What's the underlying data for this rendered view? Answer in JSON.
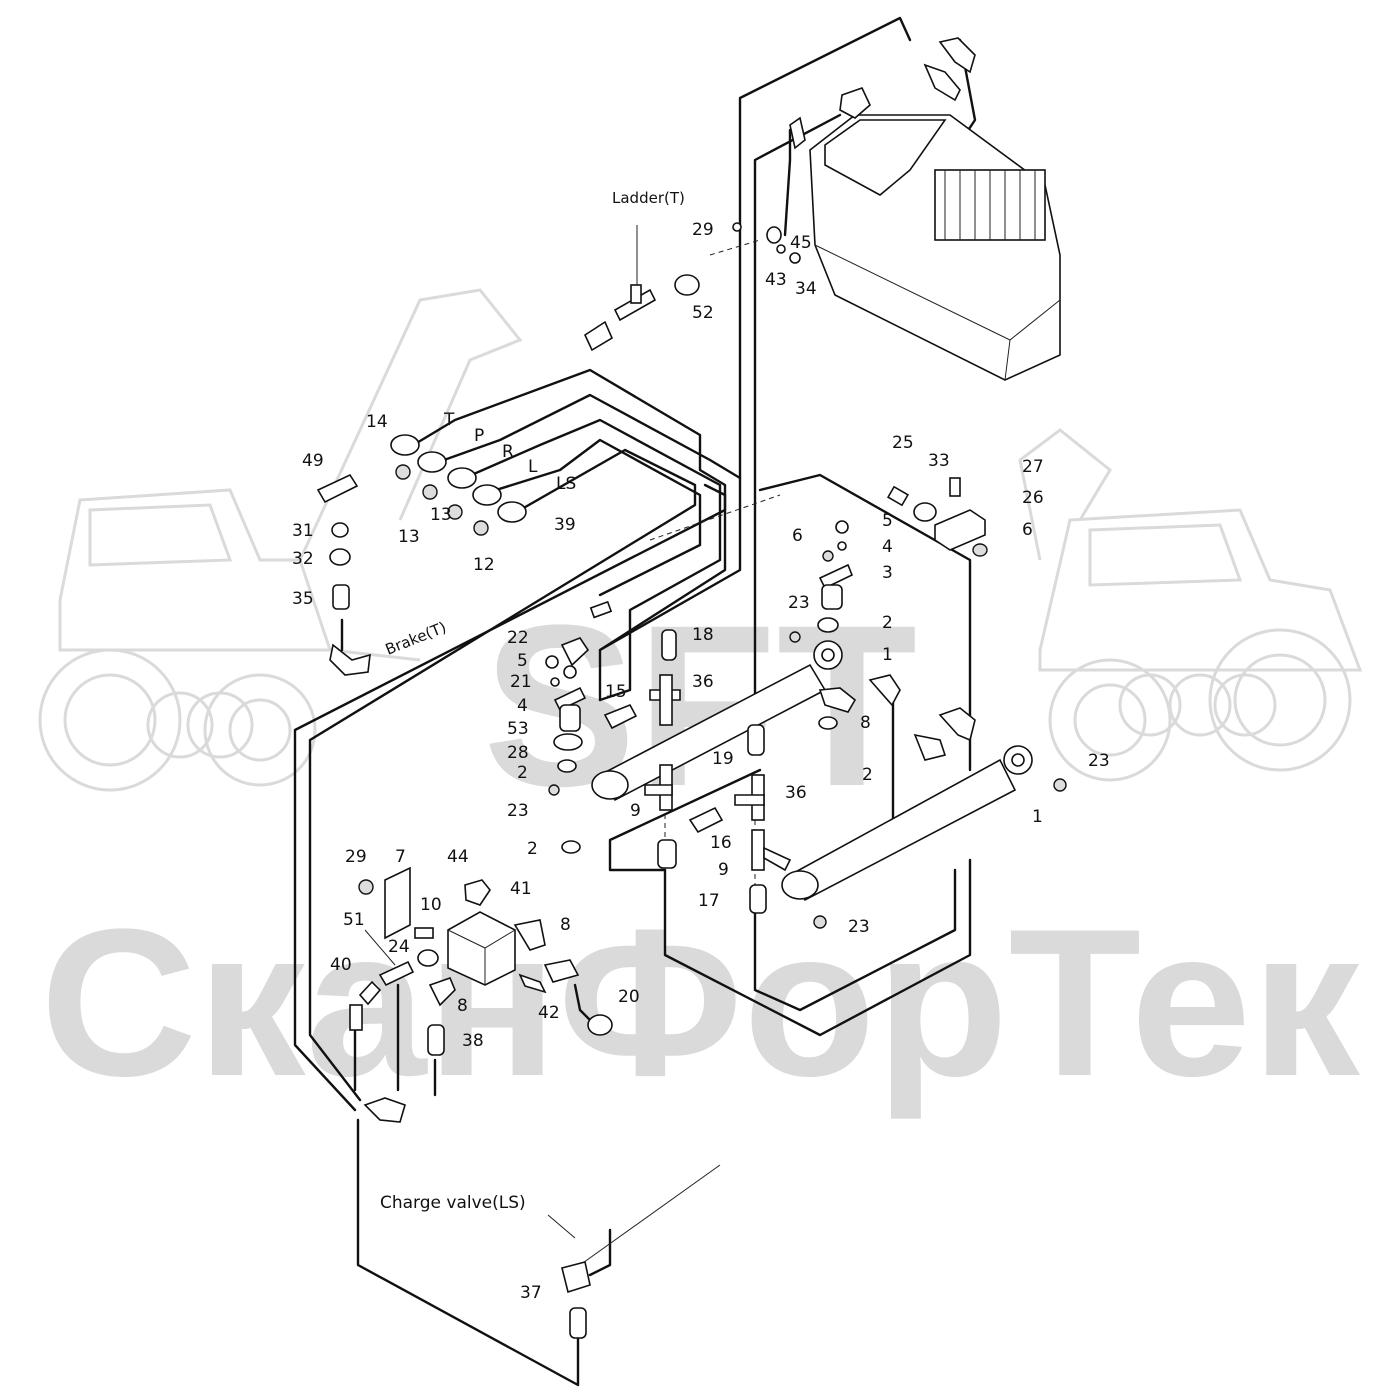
{
  "watermark": {
    "logo_text": "SFT",
    "brand_text": "СканФорТек",
    "color": "#d9d9d9"
  },
  "labels": {
    "ladder": "Ladder(T)",
    "brake": "Brake(T)",
    "charge_valve": "Charge valve(LS)",
    "port_t": "T",
    "port_p": "P",
    "port_r": "R",
    "port_l": "L",
    "port_ls": "LS"
  },
  "part_numbers": {
    "n29a": "29",
    "n45": "45",
    "n43": "43",
    "n34": "34",
    "n52": "52",
    "n14": "14",
    "n49": "49",
    "n13a": "13",
    "n13b": "13",
    "n12": "12",
    "n39": "39",
    "n31": "31",
    "n32": "32",
    "n35": "35",
    "n25": "25",
    "n33": "33",
    "n27": "27",
    "n26": "26",
    "n6a": "6",
    "n5a": "5",
    "n4a": "4",
    "n6b": "6",
    "n3": "3",
    "n23a": "23",
    "n2a": "2",
    "n1a": "1",
    "n22": "22",
    "n18": "18",
    "n5b": "5",
    "n21": "21",
    "n15": "15",
    "n36a": "36",
    "n4b": "4",
    "n53": "53",
    "n28": "28",
    "n8a": "8",
    "n2b": "2",
    "n2c": "2",
    "n19": "19",
    "n23b": "23",
    "n23c": "23",
    "n9a": "9",
    "n36b": "36",
    "n1b": "1",
    "n2d": "2",
    "n16": "16",
    "n9b": "9",
    "n17": "17",
    "n23d": "23",
    "n29b": "29",
    "n7": "7",
    "n44": "44",
    "n41": "41",
    "n10": "10",
    "n8b": "8",
    "n51": "51",
    "n24": "24",
    "n40": "40",
    "n8c": "8",
    "n42": "42",
    "n20": "20",
    "n38": "38",
    "n37": "37"
  }
}
